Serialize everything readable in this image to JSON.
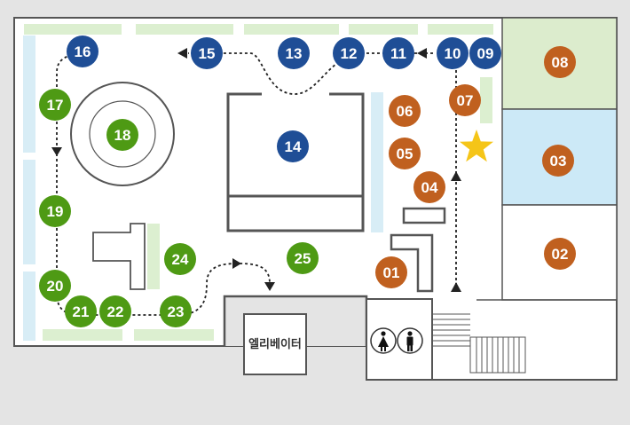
{
  "map": {
    "colors": {
      "background": "#e4e4e4",
      "floor": "#ffffff",
      "wall": "#555555",
      "shelf_green": "#dcefd0",
      "shelf_blue": "#d8edf6",
      "room_green": "#dceccd",
      "room_blue": "#cce9f7",
      "blue_marker": "#1f4e96",
      "green_marker": "#4e9a14",
      "orange_marker": "#c0601f",
      "star": "#f5c518",
      "path": "#222222"
    },
    "markers": [
      {
        "label": "01",
        "group": "orange"
      },
      {
        "label": "02",
        "group": "orange"
      },
      {
        "label": "03",
        "group": "orange"
      },
      {
        "label": "04",
        "group": "orange"
      },
      {
        "label": "05",
        "group": "orange"
      },
      {
        "label": "06",
        "group": "orange"
      },
      {
        "label": "07",
        "group": "orange"
      },
      {
        "label": "08",
        "group": "orange"
      },
      {
        "label": "09",
        "group": "blue"
      },
      {
        "label": "10",
        "group": "blue"
      },
      {
        "label": "11",
        "group": "blue"
      },
      {
        "label": "12",
        "group": "blue"
      },
      {
        "label": "13",
        "group": "blue"
      },
      {
        "label": "14",
        "group": "blue"
      },
      {
        "label": "15",
        "group": "blue"
      },
      {
        "label": "16",
        "group": "blue"
      },
      {
        "label": "17",
        "group": "green"
      },
      {
        "label": "18",
        "group": "green"
      },
      {
        "label": "19",
        "group": "green"
      },
      {
        "label": "20",
        "group": "green"
      },
      {
        "label": "21",
        "group": "green"
      },
      {
        "label": "22",
        "group": "green"
      },
      {
        "label": "23",
        "group": "green"
      },
      {
        "label": "24",
        "group": "green"
      },
      {
        "label": "25",
        "group": "green"
      }
    ],
    "elevator_label": "엘리베이터",
    "restroom_icons": [
      "female-restroom-icon",
      "male-restroom-icon"
    ],
    "current_location_icon": "star-icon"
  }
}
